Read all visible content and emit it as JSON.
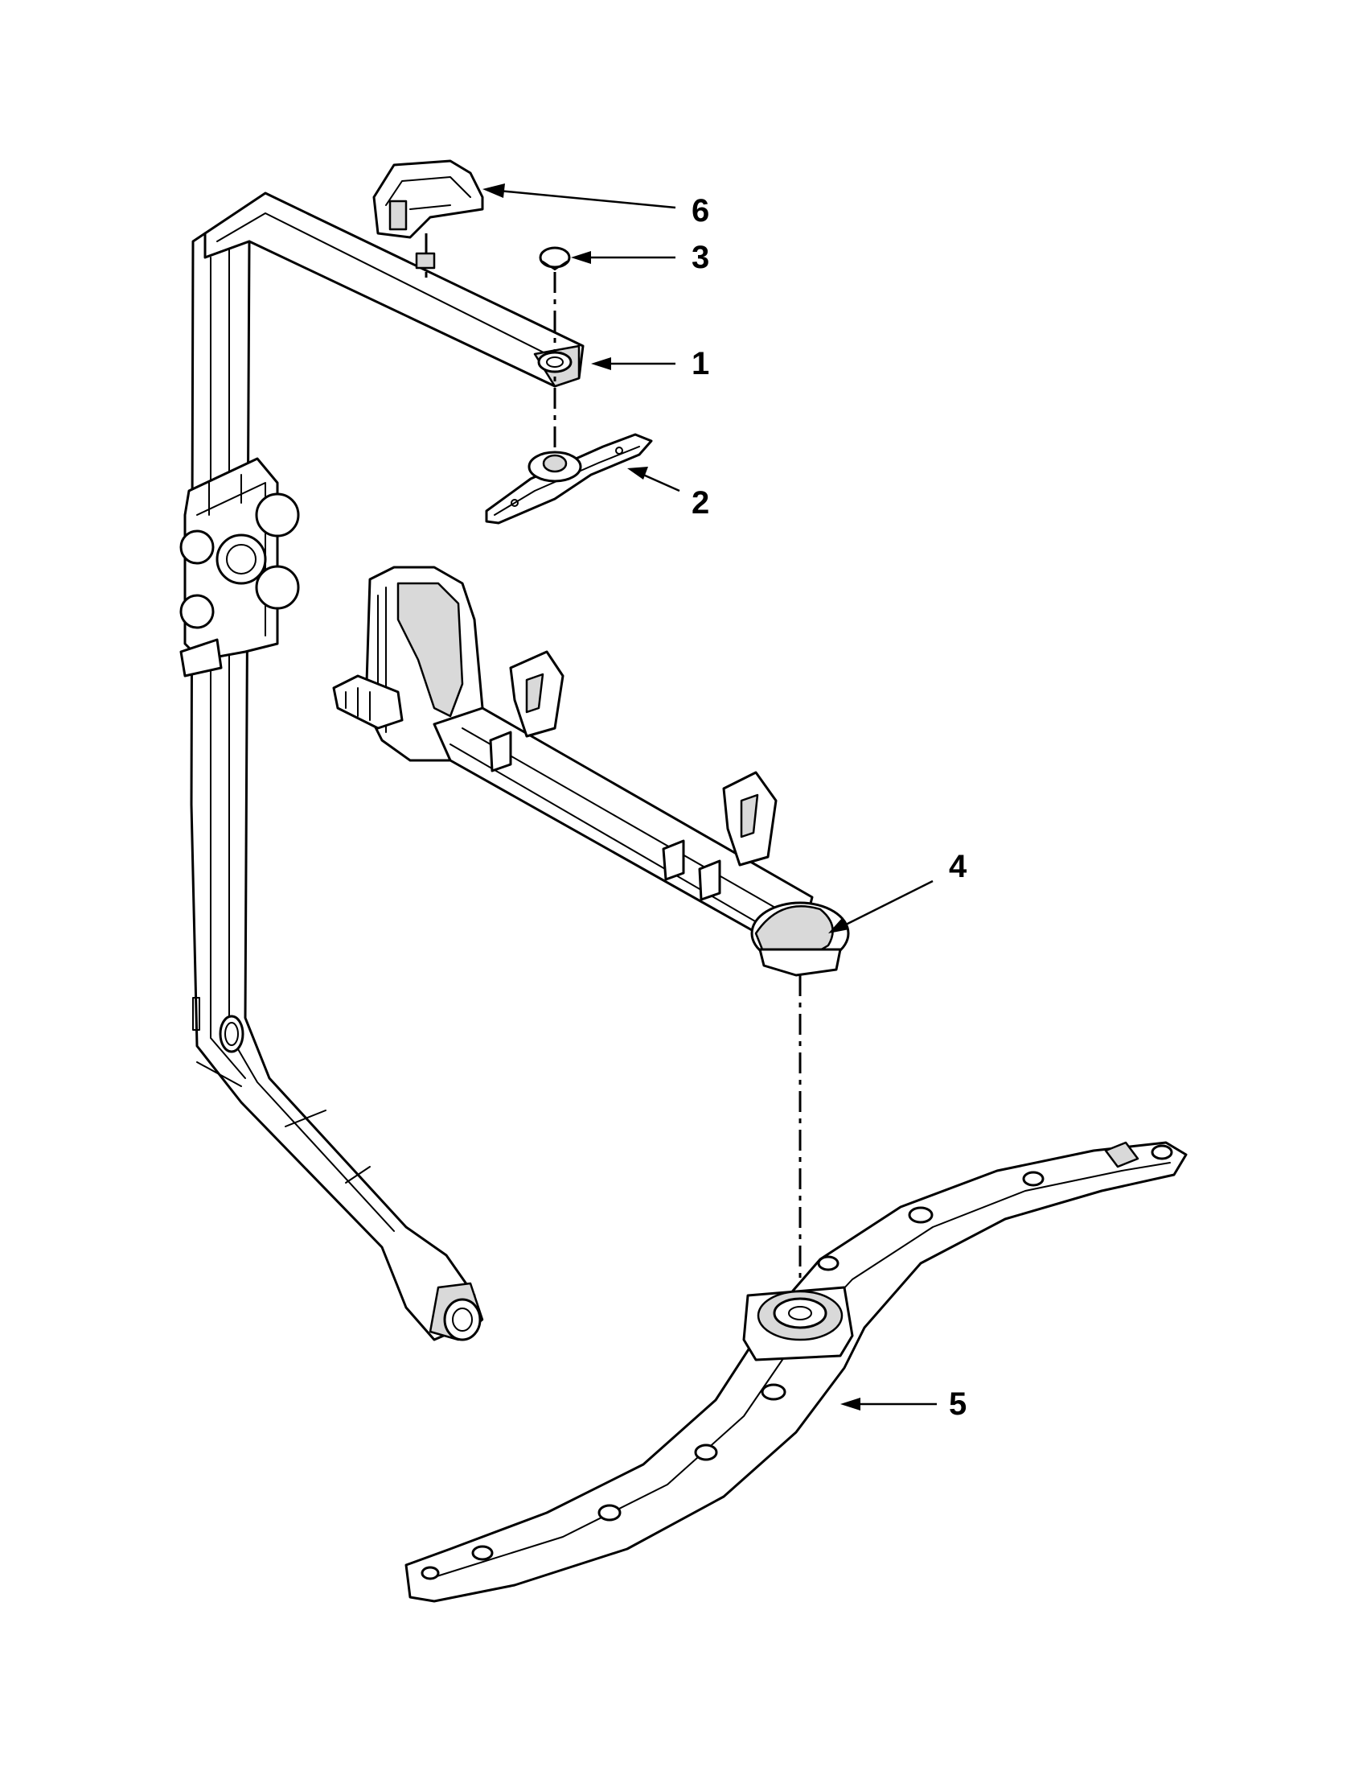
{
  "callouts": {
    "c1": "1",
    "c2": "2",
    "c3": "3",
    "c4": "4",
    "c5": "5",
    "c6": "6"
  },
  "colors": {
    "line": "#000000",
    "shade": "#d9d9d9",
    "background": "#ffffff"
  }
}
